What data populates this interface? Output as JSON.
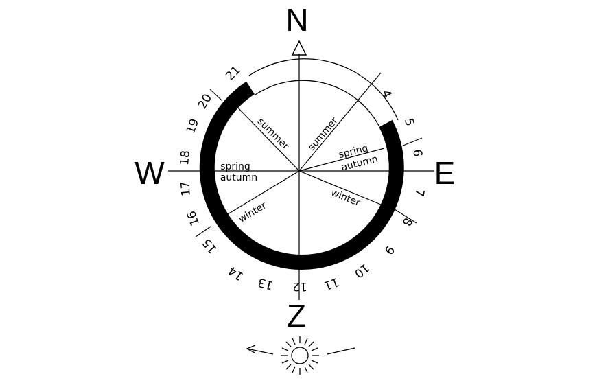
{
  "diagram": {
    "cardinal": {
      "north": "N",
      "east": "E",
      "west": "W",
      "south": "Z"
    },
    "season_labels": {
      "summer_left": "summer",
      "summer_right": "summer",
      "spring_left": "spring",
      "autumn_left": "autumn",
      "spring_right": "spring",
      "autumn_right": "autumn",
      "winter_left": "winter",
      "winter_right": "winter"
    },
    "hours": [
      "4",
      "5",
      "6",
      "7",
      "8",
      "9",
      "10",
      "11",
      "12",
      "13",
      "14",
      "15",
      "16",
      "17",
      "18",
      "19",
      "20",
      "21"
    ],
    "colors": {
      "ink": "#000000",
      "background": "#ffffff"
    }
  }
}
